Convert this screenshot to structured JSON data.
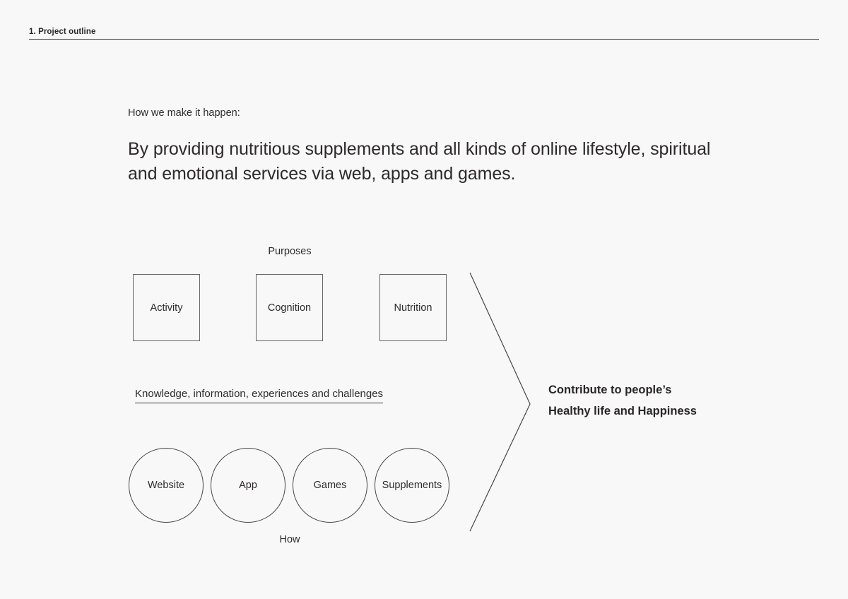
{
  "slide": {
    "header_title": "1. Project outline",
    "background_color": "#f8f8f8",
    "ink_color": "#2e2a2a"
  },
  "intro": {
    "kicker": "How we make it happen:",
    "statement": "By providing nutritious supplements and all kinds of online lifestyle, spiritual and emotional services via web, apps and games."
  },
  "diagram": {
    "purposes_label": "Purposes",
    "how_label": "How",
    "purposes": [
      {
        "label": "Activity"
      },
      {
        "label": "Cognition"
      },
      {
        "label": "Nutrition"
      }
    ],
    "connector_note": "Knowledge, information, experiences and challenges",
    "channels": [
      {
        "label": "Website"
      },
      {
        "label": "App"
      },
      {
        "label": "Games"
      },
      {
        "label": "Supplements"
      }
    ],
    "chevron_icon": "chevron-right-icon",
    "outcome": {
      "line1": "Contribute to people’s",
      "line2": "Healthy life and Happiness"
    }
  }
}
